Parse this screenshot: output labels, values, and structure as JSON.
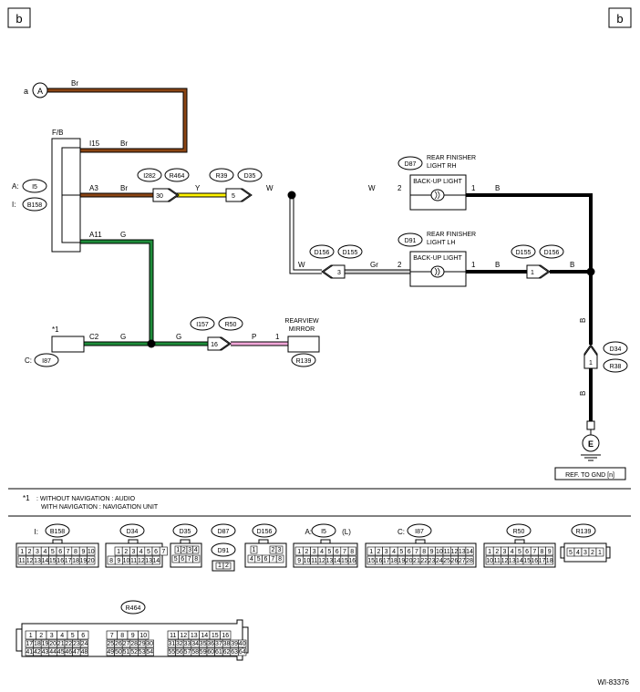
{
  "page_letter": "b",
  "figure_id": "WI-83376",
  "input": {
    "prefix": "a",
    "symbol": "A"
  },
  "fb_connector": {
    "label": "F/B",
    "conn_a_prefix": "A:",
    "conn_a": "I5",
    "conn_i_prefix": "I:",
    "conn_i": "B158",
    "pins": [
      "I15",
      "A3",
      "A11"
    ]
  },
  "wire_colors": {
    "Br": "#8B4513",
    "Y": "#FFF200",
    "G": "#1E8C3A",
    "P": "#F2A7D9",
    "W": "#FFFFFF",
    "Gr": "#CFCFCF",
    "B": "#000000"
  },
  "wire_labels": {
    "br_top": "Br",
    "br_i15": "Br",
    "br_a3": "Br",
    "y": "Y",
    "w_top": "W",
    "g_a11": "G",
    "g_c2": "G",
    "g_mid": "G",
    "p": "P",
    "w_rh": "W",
    "b_rh": "B",
    "w_bottom": "W",
    "gr": "Gr",
    "b_lh": "B",
    "b_lh2": "B",
    "b_vertical_top": "B",
    "b_vertical_bottom": "B"
  },
  "connectors": {
    "i282": "I282",
    "r464": "R464",
    "r464_pin": "30",
    "r39": "R39",
    "d35": "D35",
    "d35_pin": "5",
    "d156a": "D156",
    "d155a": "D155",
    "d15x_pin": "3",
    "d155b": "D155",
    "d156b": "D156",
    "d15y_pin": "1",
    "i157": "I157",
    "r50": "R50",
    "r50_pin": "16",
    "d34": "D34",
    "r38": "R38",
    "d34_pin": "1"
  },
  "rh_light": {
    "code": "D87",
    "title_line1": "REAR FINISHER",
    "title_line2": "LIGHT RH",
    "box_label": "BACK-UP LIGHT",
    "pin_left": "2",
    "pin_right": "1"
  },
  "lh_light": {
    "code": "D91",
    "title_line1": "REAR FINISHER",
    "title_line2": "LIGHT LH",
    "box_label": "BACK-UP LIGHT",
    "pin_left": "2",
    "pin_right": "1"
  },
  "audio": {
    "marker": "*1",
    "pin": "C2",
    "conn_prefix": "C:",
    "conn": "I87"
  },
  "mirror": {
    "label_line1": "REARVIEW",
    "label_line2": "MIRROR",
    "pin": "1",
    "conn": "R139"
  },
  "ground": {
    "symbol": "E",
    "ref": "REF. TO GND [n]"
  },
  "footnote": {
    "marker": "*1",
    "line1": ": WITHOUT NAVIGATION  : AUDIO",
    "line2": "WITH NAVIGATION  : NAVIGATION UNIT"
  },
  "views": {
    "b158_prefix": "I:",
    "b158": "B158",
    "b158_row1": [
      "1",
      "2",
      "3",
      "4",
      "5",
      "6",
      "7",
      "8",
      "9",
      "10"
    ],
    "b158_row2": [
      "11",
      "12",
      "13",
      "14",
      "15",
      "16",
      "17",
      "18",
      "19",
      "20"
    ],
    "d34": "D34",
    "d34_row1": [
      "1",
      "2",
      "3",
      "4",
      "5",
      "6",
      "7"
    ],
    "d34_row2": [
      "8",
      "9",
      "10",
      "11",
      "12",
      "13",
      "14"
    ],
    "d35": "D35",
    "d35_row1": [
      "1",
      "2",
      "3",
      "4"
    ],
    "d35_row2": [
      "5",
      "6",
      "7",
      "8"
    ],
    "d87": "D87",
    "d91": "D91",
    "d87_row": [
      "1",
      "2"
    ],
    "d156": "D156",
    "d156_row1": [
      "1",
      "2",
      "3"
    ],
    "d156_row2": [
      "4",
      "5",
      "6",
      "7",
      "8"
    ],
    "i5_prefix": "A:",
    "i5": "I5",
    "i5_suffix": "(L)",
    "i5_row1": [
      "1",
      "2",
      "3",
      "4",
      "5",
      "6",
      "7",
      "8"
    ],
    "i5_row2": [
      "9",
      "10",
      "11",
      "12",
      "13",
      "14",
      "15",
      "16"
    ],
    "i87_prefix": "C:",
    "i87": "I87",
    "i87_row1": [
      "1",
      "2",
      "3",
      "4",
      "5",
      "6",
      "7",
      "8",
      "9",
      "10",
      "11",
      "12",
      "13",
      "14"
    ],
    "i87_row2": [
      "15",
      "16",
      "17",
      "18",
      "19",
      "20",
      "21",
      "22",
      "23",
      "24",
      "25",
      "26",
      "27",
      "28"
    ],
    "r50": "R50",
    "r50_row1": [
      "1",
      "2",
      "3",
      "4",
      "5",
      "6",
      "7",
      "8",
      "9"
    ],
    "r50_row2": [
      "10",
      "11",
      "12",
      "13",
      "14",
      "15",
      "16",
      "17",
      "18"
    ],
    "r139": "R139",
    "r139_row": [
      "5",
      "4",
      "3",
      "2",
      "1"
    ],
    "r464": "R464",
    "r464_row1": [
      "1",
      "2",
      "3",
      "4",
      "5",
      "6",
      "7",
      "8",
      "9",
      "10",
      "11",
      "12",
      "13",
      "14",
      "15",
      "16"
    ],
    "r464_row2": [
      "17",
      "18",
      "19",
      "20",
      "21",
      "22",
      "23",
      "24",
      "25",
      "26",
      "27",
      "28",
      "29",
      "30",
      "31",
      "32",
      "33",
      "34",
      "35",
      "36",
      "37",
      "38",
      "39",
      "40"
    ],
    "r464_row3": [
      "41",
      "42",
      "43",
      "44",
      "45",
      "46",
      "47",
      "48",
      "49",
      "50",
      "51",
      "52",
      "53",
      "54",
      "55",
      "56",
      "57",
      "58",
      "59",
      "60",
      "61",
      "62",
      "63",
      "64"
    ]
  }
}
